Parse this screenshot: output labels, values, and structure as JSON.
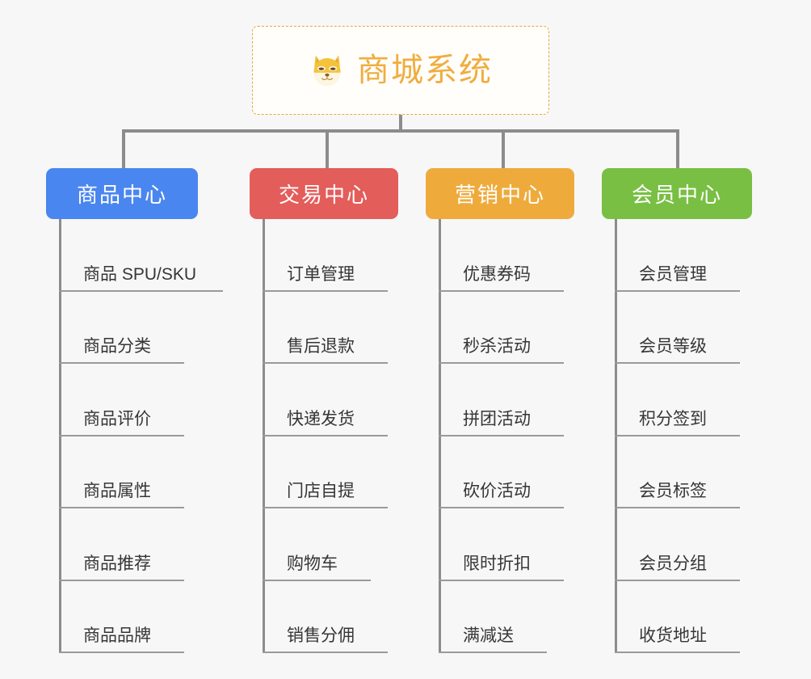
{
  "page": {
    "background": "#f7f7f7",
    "line_color": "#8c8c8c"
  },
  "root": {
    "title": "商城系统",
    "icon": "shiba-dog-face-icon",
    "text_color": "#f0ad3f",
    "border_color": "#e6a93c",
    "fill_color": "#fffefb"
  },
  "categories": [
    {
      "label": "商品中心",
      "color": "#4a86ef",
      "items": [
        "商品 SPU/SKU",
        "商品分类",
        "商品评价",
        "商品属性",
        "商品推荐",
        "商品品牌"
      ]
    },
    {
      "label": "交易中心",
      "color": "#e35d5b",
      "items": [
        "订单管理",
        "售后退款",
        "快递发货",
        "门店自提",
        "购物车",
        "销售分佣"
      ]
    },
    {
      "label": "营销中心",
      "color": "#eeab3c",
      "items": [
        "优惠券码",
        "秒杀活动",
        "拼团活动",
        "砍价活动",
        "限时折扣",
        "满减送"
      ]
    },
    {
      "label": "会员中心",
      "color": "#78bf43",
      "items": [
        "会员管理",
        "会员等级",
        "积分签到",
        "会员标签",
        "会员分组",
        "收货地址"
      ]
    }
  ]
}
